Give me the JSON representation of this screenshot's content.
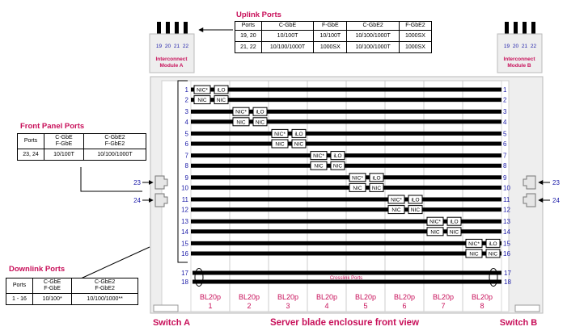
{
  "uplink": {
    "title": "Uplink Ports",
    "headers": [
      "Ports",
      "C-GbE",
      "F-GbE",
      "C-GbE2",
      "F-GbE2"
    ],
    "rows": [
      [
        "19, 20",
        "10/100T",
        "10/100T",
        "10/100/1000T",
        "1000SX"
      ],
      [
        "21, 22",
        "10/100/1000T",
        "1000SX",
        "10/100/1000T",
        "1000SX"
      ]
    ]
  },
  "front_panel": {
    "title": "Front Panel Ports",
    "col1": "Ports",
    "col2": "C-GbE\nF-GbE",
    "col3": "C-GbE2\nF-GbE2",
    "row": [
      "23, 24",
      "10/100T",
      "10/100/1000T"
    ]
  },
  "downlink": {
    "title": "Downlink Ports",
    "col1": "Ports",
    "col2": "C-GbE\nF-GbE",
    "col3": "C-GbE2\nF-GbE2",
    "row": [
      "1 - 16",
      "10/100*",
      "10/100/1000**"
    ]
  },
  "module_a": {
    "ports": [
      "19",
      "20",
      "21",
      "22"
    ],
    "label_line1": "Interconnect",
    "label_line2": "Module A"
  },
  "module_b": {
    "ports": [
      "19",
      "20",
      "21",
      "22"
    ],
    "label_line1": "Interconnect",
    "label_line2": "Module B"
  },
  "nic_star_label": "NIC*",
  "nic_label": "NIC",
  "ilo_label": "iLO",
  "row_numbers": [
    "1",
    "2",
    "3",
    "4",
    "5",
    "6",
    "7",
    "8",
    "9",
    "10",
    "11",
    "12",
    "13",
    "14",
    "15",
    "16"
  ],
  "crosslink": {
    "label": "Crosslink Ports",
    "ports": [
      "17",
      "18"
    ]
  },
  "front_port_numbers": [
    "23",
    "24"
  ],
  "blade_model": "BL20p",
  "bays": [
    "1",
    "2",
    "3",
    "4",
    "5",
    "6",
    "7",
    "8"
  ],
  "switch_a": "Switch A",
  "switch_b": "Switch B",
  "caption": "Server blade enclosure front view",
  "colors": {
    "title": "#c8105a",
    "number": "#1a1aa8",
    "enclosure": "#eeeeee"
  }
}
